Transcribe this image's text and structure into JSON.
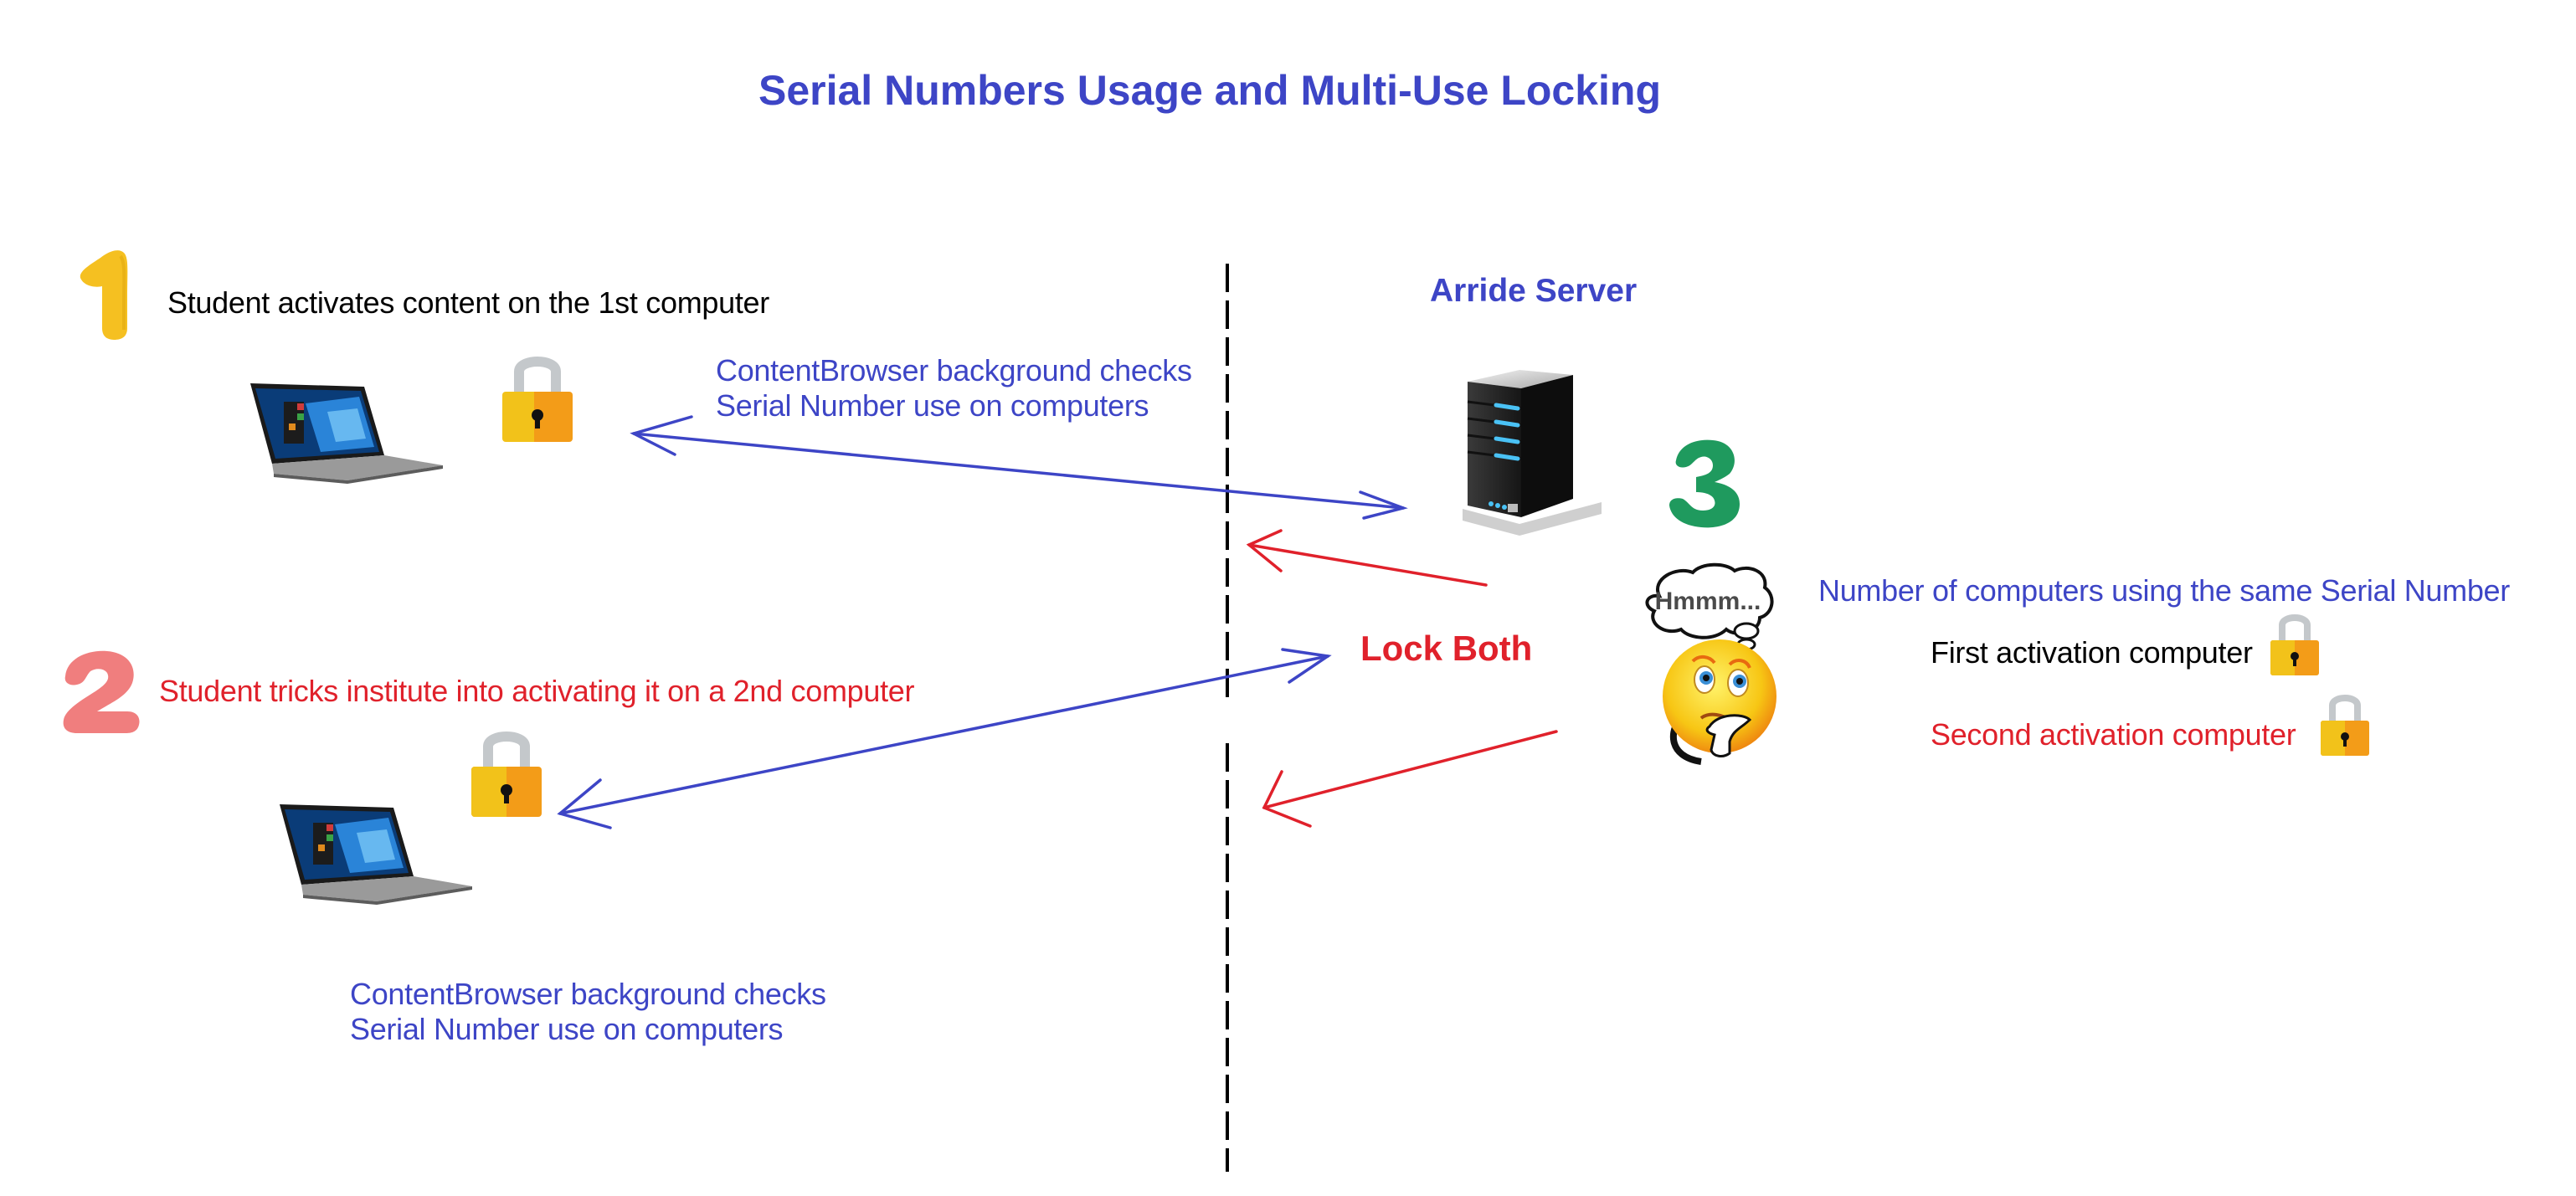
{
  "title": "Serial Numbers Usage and Multi-Use Locking",
  "colors": {
    "title_blue": "#3d45c6",
    "text_blue": "#3d45c6",
    "text_red": "#e0212b",
    "arrow_blue": "#3d45c6",
    "arrow_red": "#e0212b",
    "step1_yellow": "#f5c021",
    "step2_salmon": "#f07e7e",
    "step3_green": "#1f9a5e",
    "lock_left": "#f2c21a",
    "lock_right": "#f39c18",
    "lock_shackle": "#c4c8cb"
  },
  "steps": [
    {
      "number": "1",
      "text": "Student activates content on the 1st computer",
      "icon": "number-one-icon"
    },
    {
      "number": "2",
      "text": "Student tricks institute into activating it on a 2nd computer",
      "icon": "number-two-icon"
    },
    {
      "number": "3",
      "icon": "number-three-icon"
    }
  ],
  "check_note_top": {
    "line1": "ContentBrowser background checks",
    "line2": "Serial Number use on computers"
  },
  "check_note_bottom": {
    "line1": "ContentBrowser background checks",
    "line2": "Serial Number use on computers"
  },
  "server": {
    "label": "Arride Server",
    "icon": "server-icon"
  },
  "thinking": {
    "bubble_text": "Hmmm...",
    "icon": "thinking-smiley-icon"
  },
  "action": {
    "label": "Lock Both"
  },
  "server_panel": {
    "heading": "Number of computers using the same Serial Number",
    "entries": [
      {
        "label": "First activation computer",
        "status_icon": "lock-icon"
      },
      {
        "label": "Second activation computer",
        "status_icon": "lock-icon"
      }
    ]
  },
  "devices": [
    {
      "name": "first-computer",
      "icon": "laptop-icon",
      "status_icon": "lock-icon"
    },
    {
      "name": "second-computer",
      "icon": "laptop-icon",
      "status_icon": "lock-icon"
    }
  ]
}
